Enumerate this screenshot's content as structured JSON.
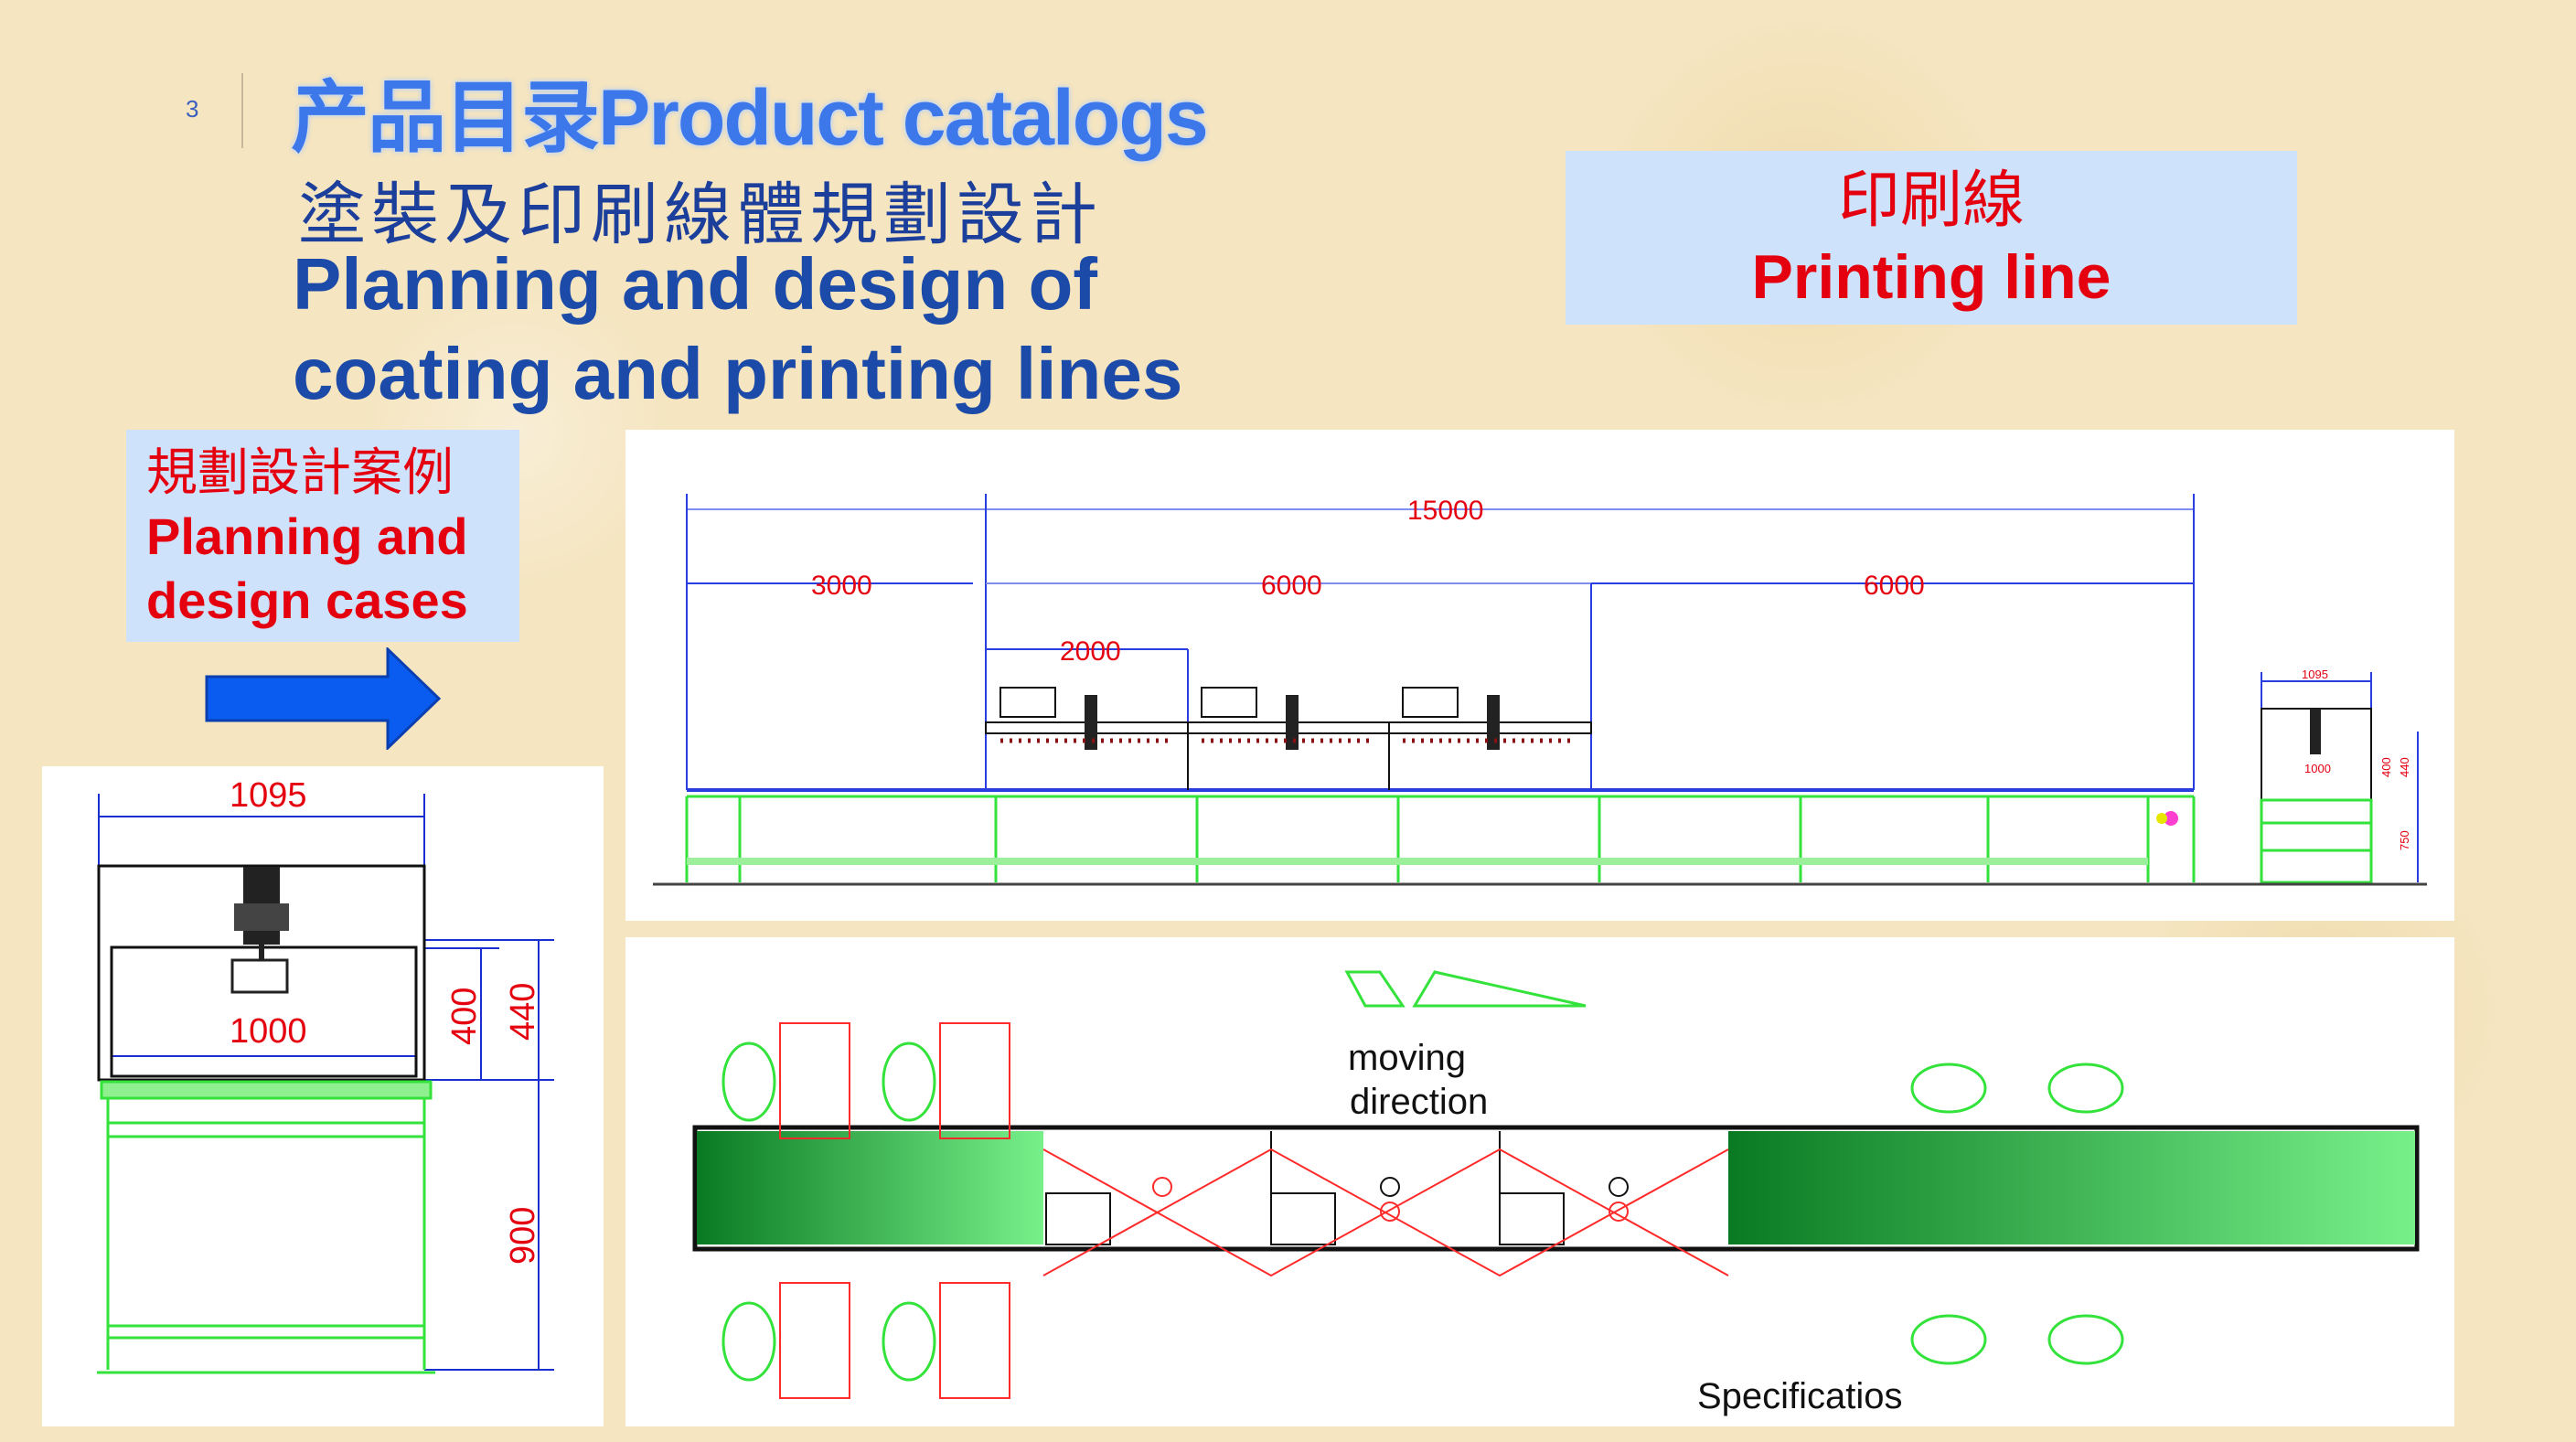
{
  "slide": {
    "number": "3",
    "title": "产品目录Product catalogs",
    "subtitle_zh": "塗裝及印刷線體規劃設計",
    "subtitle_en_line1": "Planning and design of",
    "subtitle_en_line2": "coating and printing lines"
  },
  "printing_box": {
    "zh": "印刷線",
    "en": "Printing line"
  },
  "cases_box": {
    "zh": "規劃設計案例",
    "en_line1": "Planning and",
    "en_line2": "design cases"
  },
  "colors": {
    "accent_blue": "#3d78ea",
    "label_red": "#e4000f",
    "box_bg": "#cfe2fb",
    "belt_green": "#0a7a22"
  },
  "side_view": {
    "dims": {
      "total": "15000",
      "seg1": "3000",
      "seg2": "6000",
      "seg3": "6000",
      "unit": "2000",
      "small_w": "1095",
      "small_inner": "1000",
      "small_h1": "400",
      "small_h2": "440",
      "small_leg": "750"
    }
  },
  "front_view": {
    "dims": {
      "width": "1095",
      "inner": "1000",
      "h1": "400",
      "h2": "440",
      "leg": "900"
    }
  },
  "plan_view": {
    "label_moving": "moving",
    "label_direction": "direction",
    "label_spec": "Specificatios"
  }
}
